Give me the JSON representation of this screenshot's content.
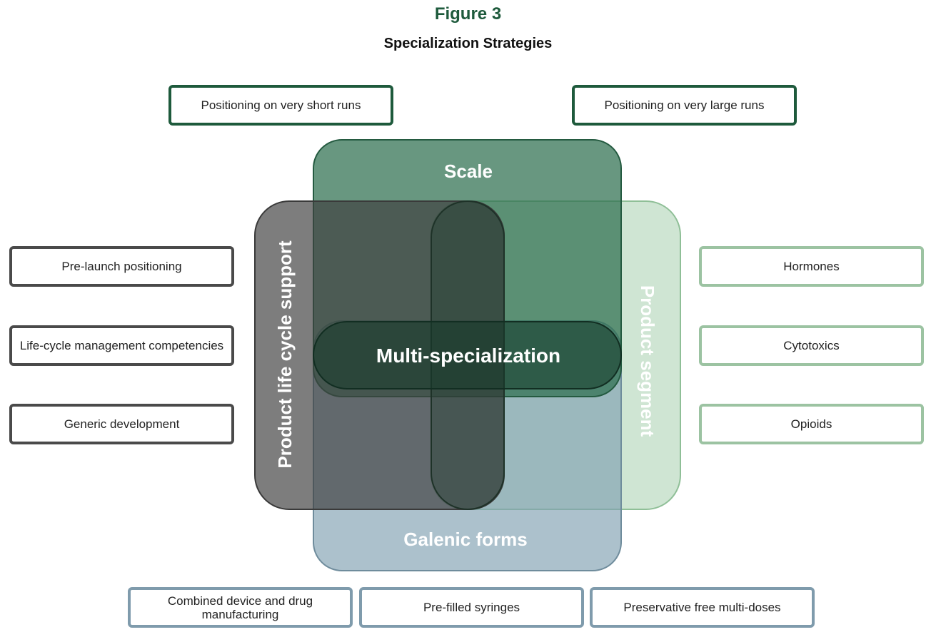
{
  "figure": {
    "title": "Figure 3",
    "subtitle": "Specialization Strategies"
  },
  "regions": {
    "scale": "Scale",
    "lifecycle": "Product life cycle support",
    "segment": "Product segment",
    "galenic": "Galenic forms",
    "center": "Multi-specialization"
  },
  "boxes": {
    "top": [
      "Positioning on very short runs",
      "Positioning on very large runs"
    ],
    "left": [
      "Pre-launch positioning",
      "Life-cycle management competencies",
      "Generic development"
    ],
    "right": [
      "Hormones",
      "Cytotoxics",
      "Opioids"
    ],
    "bottom": [
      "Combined device and drug manufacturing",
      "Pre-filled syringes",
      "Preservative free multi-doses"
    ]
  },
  "colors": {
    "scale": "#2e6f4f",
    "lifecycle": "#4a4a4a",
    "segment": "#a8cfae",
    "galenic": "#7f9fb0",
    "center": "#163a2a",
    "title": "#1e5a3c"
  }
}
